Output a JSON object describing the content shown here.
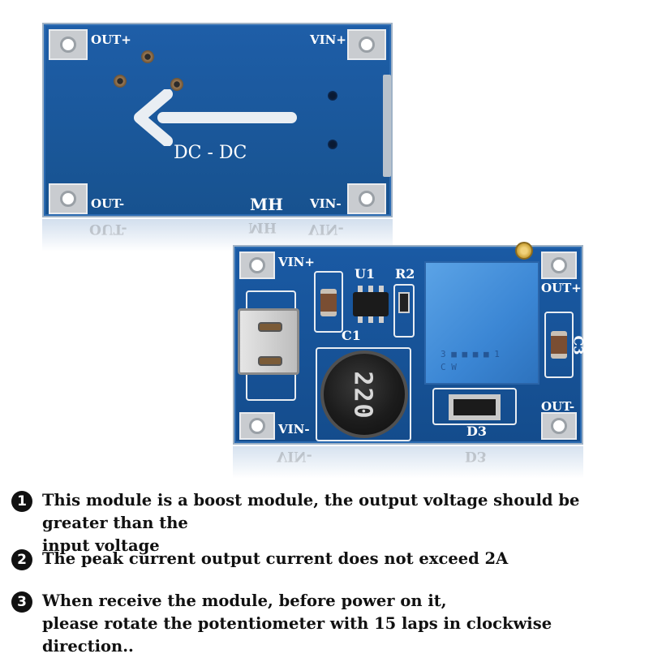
{
  "back_board": {
    "label_out_plus": "OUT+",
    "label_vin_plus": "VIN+",
    "label_out_minus": "OUT-",
    "label_vin_minus": "VIN-",
    "label_center": "DC - DC",
    "label_mh": "MH"
  },
  "front_board": {
    "label_vin_plus": "VIN+",
    "label_vin_minus": "VIN-",
    "label_out_plus": "OUT+",
    "label_out_minus": "OUT-",
    "label_u1": "U1",
    "label_r2": "R2",
    "label_c1": "C1",
    "label_c3": "C3",
    "label_d3": "D3",
    "inductor_code": "220",
    "pot_marking": "3 ■ ■ ■ ■ 1",
    "pot_marking_2": "C W"
  },
  "notes": [
    {
      "number": "1",
      "line1": "This module is a boost module, the output voltage should be greater than the",
      "line2": "input voltage"
    },
    {
      "number": "2",
      "line1": "The peak current output current does not exceed 2A",
      "line2": ""
    },
    {
      "number": "3",
      "line1": "When receive the module, before power on it,",
      "line2": "please rotate the potentiometer with 15 laps in clockwise direction.."
    }
  ]
}
